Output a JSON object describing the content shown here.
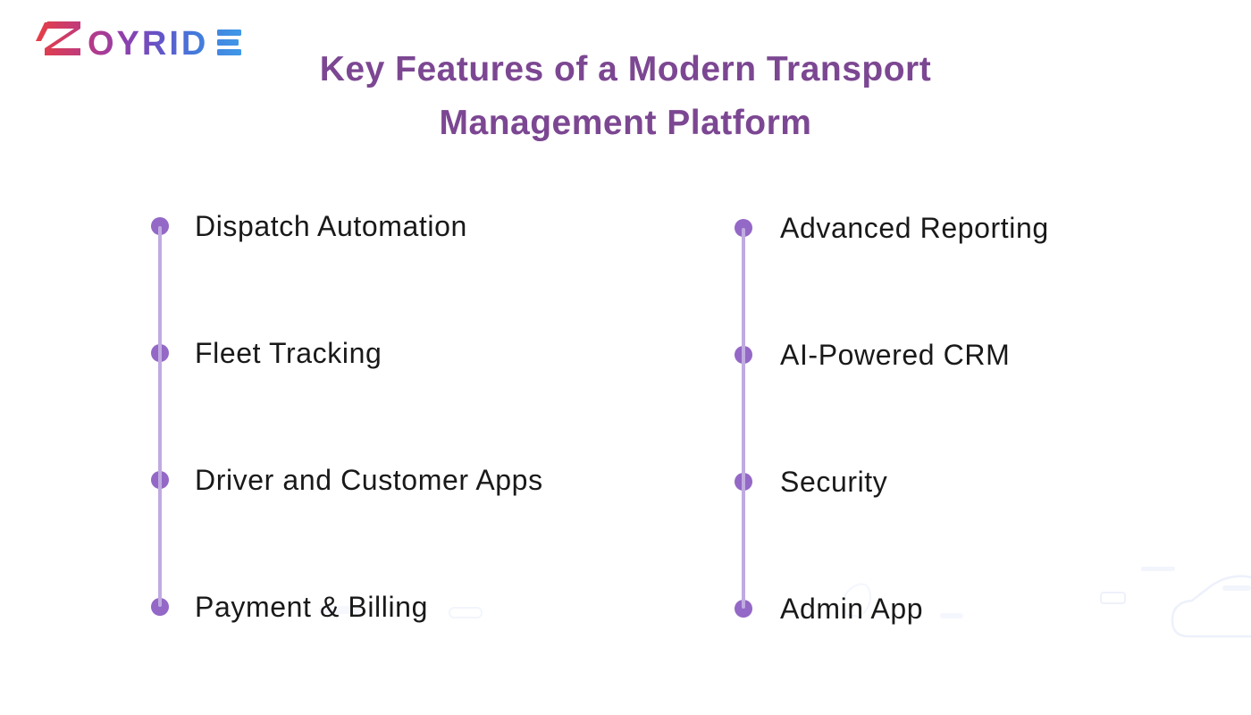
{
  "logo": {
    "name": "ZOYRIDE",
    "letters": "OYRID",
    "gradient_start": "#E73E44",
    "gradient_mid": "#8F3FAD",
    "gradient_end": "#3F9BE8"
  },
  "title": {
    "line1": "Key Features of a Modern Transport",
    "line2": "Management Platform",
    "color": "#7C4792"
  },
  "features": {
    "left": [
      {
        "label": "Dispatch Automation"
      },
      {
        "label": "Fleet Tracking"
      },
      {
        "label": "Driver and Customer Apps"
      },
      {
        "label": "Payment & Billing"
      }
    ],
    "right": [
      {
        "label": "Advanced Reporting"
      },
      {
        "label": "AI-Powered CRM"
      },
      {
        "label": "Security"
      },
      {
        "label": "Admin App"
      }
    ]
  },
  "colors": {
    "bullet_dot": "#9468C6",
    "timeline_line": "#C0ABE0",
    "title_text": "#7C4792",
    "feature_text": "#191919",
    "background": "#FFFFFF"
  }
}
